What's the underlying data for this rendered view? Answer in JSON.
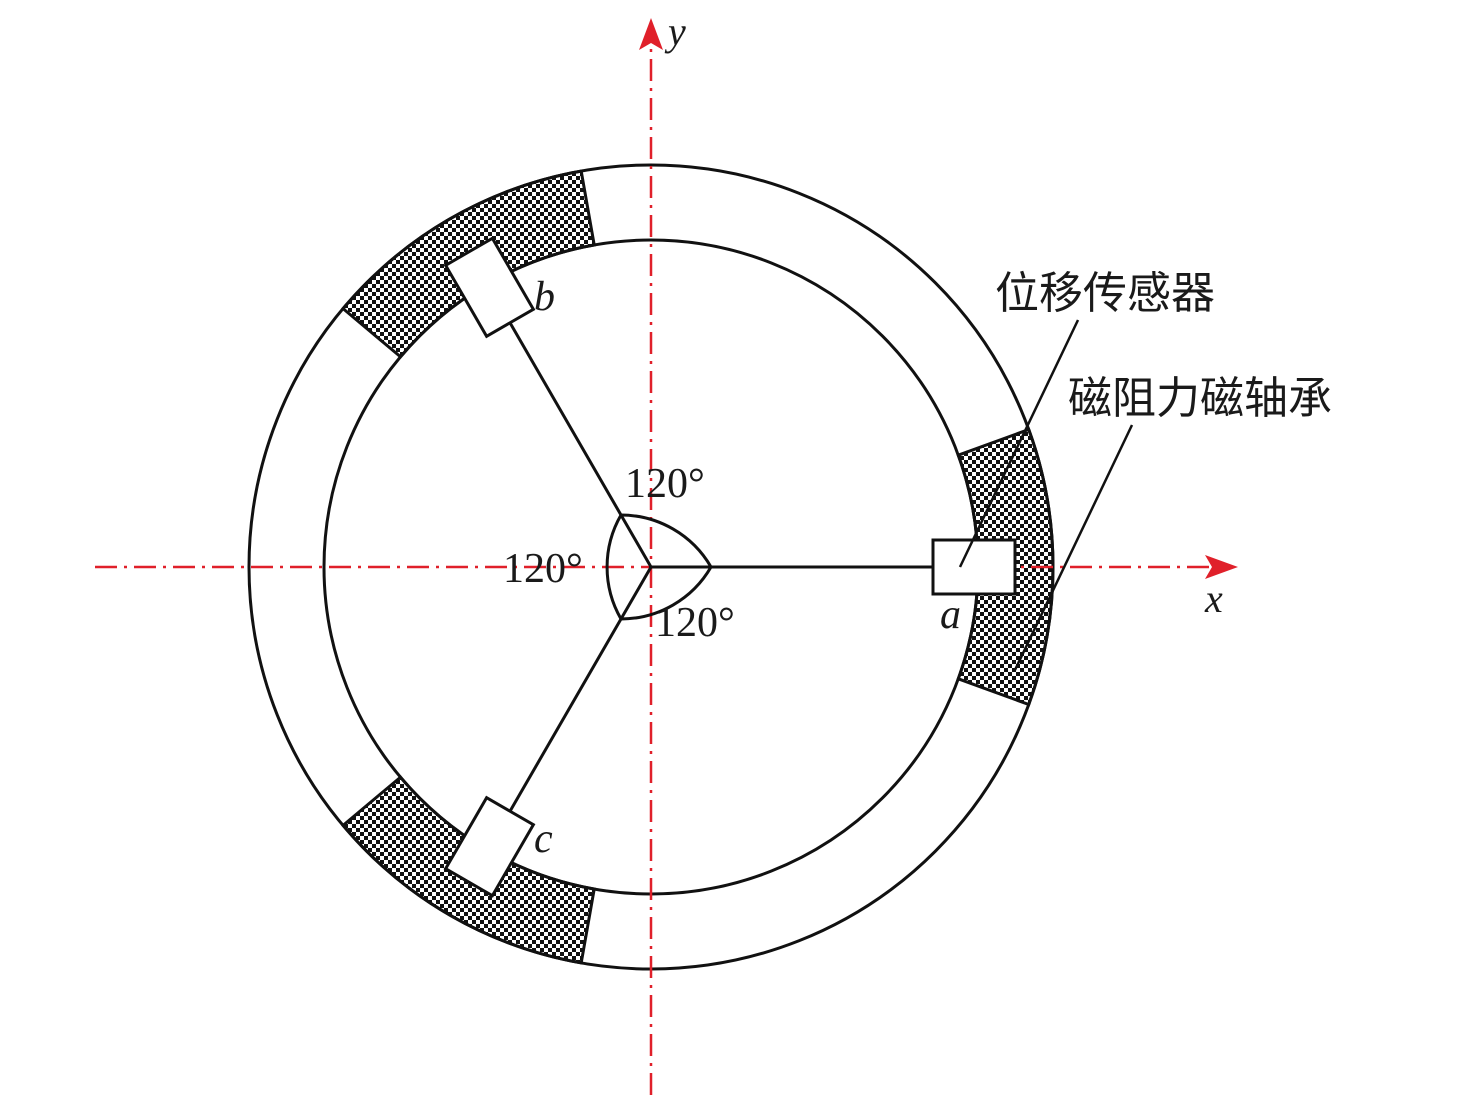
{
  "axes": {
    "x_label": "x",
    "y_label": "y",
    "axis_color": "#e0202a"
  },
  "sensors": [
    {
      "label": "a",
      "angle_deg": 0
    },
    {
      "label": "b",
      "angle_deg": 120
    },
    {
      "label": "c",
      "angle_deg": 240
    }
  ],
  "bearing_poles_center_deg": [
    0,
    120,
    240
  ],
  "pole_span_deg": 40,
  "angle_labels": [
    "120°",
    "120°",
    "120°"
  ],
  "callouts": {
    "sensor": "位移传感器",
    "bearing": "磁阻力磁轴承"
  }
}
